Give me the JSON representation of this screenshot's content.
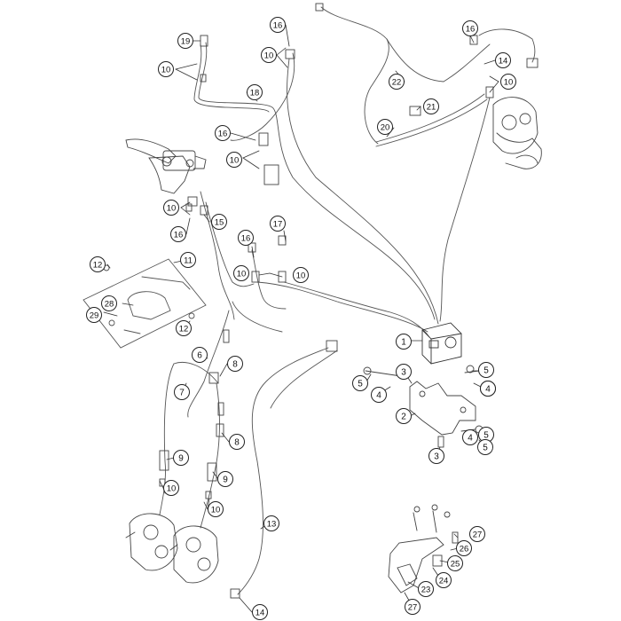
{
  "diagram": {
    "callouts": [
      {
        "id": "c1",
        "label": "1"
      },
      {
        "id": "c2",
        "label": "2"
      },
      {
        "id": "c3a",
        "label": "3"
      },
      {
        "id": "c3b",
        "label": "3"
      },
      {
        "id": "c4a",
        "label": "4"
      },
      {
        "id": "c4b",
        "label": "4"
      },
      {
        "id": "c4c",
        "label": "4"
      },
      {
        "id": "c4d",
        "label": "4"
      },
      {
        "id": "c5a",
        "label": "5"
      },
      {
        "id": "c5b",
        "label": "5"
      },
      {
        "id": "c5c",
        "label": "5"
      },
      {
        "id": "c5d",
        "label": "5"
      },
      {
        "id": "c6",
        "label": "6"
      },
      {
        "id": "c7",
        "label": "7"
      },
      {
        "id": "c8a",
        "label": "8"
      },
      {
        "id": "c8b",
        "label": "8"
      },
      {
        "id": "c9a",
        "label": "9"
      },
      {
        "id": "c9b",
        "label": "9"
      },
      {
        "id": "c10a",
        "label": "10"
      },
      {
        "id": "c10b",
        "label": "10"
      },
      {
        "id": "c10c",
        "label": "10"
      },
      {
        "id": "c10d",
        "label": "10"
      },
      {
        "id": "c10e",
        "label": "10"
      },
      {
        "id": "c10f",
        "label": "10"
      },
      {
        "id": "c10g",
        "label": "10"
      },
      {
        "id": "c10h",
        "label": "10"
      },
      {
        "id": "c10i",
        "label": "10"
      },
      {
        "id": "c11",
        "label": "11"
      },
      {
        "id": "c12a",
        "label": "12"
      },
      {
        "id": "c12b",
        "label": "12"
      },
      {
        "id": "c13",
        "label": "13"
      },
      {
        "id": "c14a",
        "label": "14"
      },
      {
        "id": "c14b",
        "label": "14"
      },
      {
        "id": "c15",
        "label": "15"
      },
      {
        "id": "c16a",
        "label": "16"
      },
      {
        "id": "c16b",
        "label": "16"
      },
      {
        "id": "c16c",
        "label": "16"
      },
      {
        "id": "c16d",
        "label": "16"
      },
      {
        "id": "c16e",
        "label": "16"
      },
      {
        "id": "c17",
        "label": "17"
      },
      {
        "id": "c18",
        "label": "18"
      },
      {
        "id": "c19",
        "label": "19"
      },
      {
        "id": "c20",
        "label": "20"
      },
      {
        "id": "c21",
        "label": "21"
      },
      {
        "id": "c22",
        "label": "22"
      },
      {
        "id": "c23",
        "label": "23"
      },
      {
        "id": "c24",
        "label": "24"
      },
      {
        "id": "c25",
        "label": "25"
      },
      {
        "id": "c26",
        "label": "26"
      },
      {
        "id": "c27a",
        "label": "27"
      },
      {
        "id": "c27b",
        "label": "27"
      },
      {
        "id": "c28",
        "label": "28"
      },
      {
        "id": "c29",
        "label": "29"
      }
    ]
  }
}
